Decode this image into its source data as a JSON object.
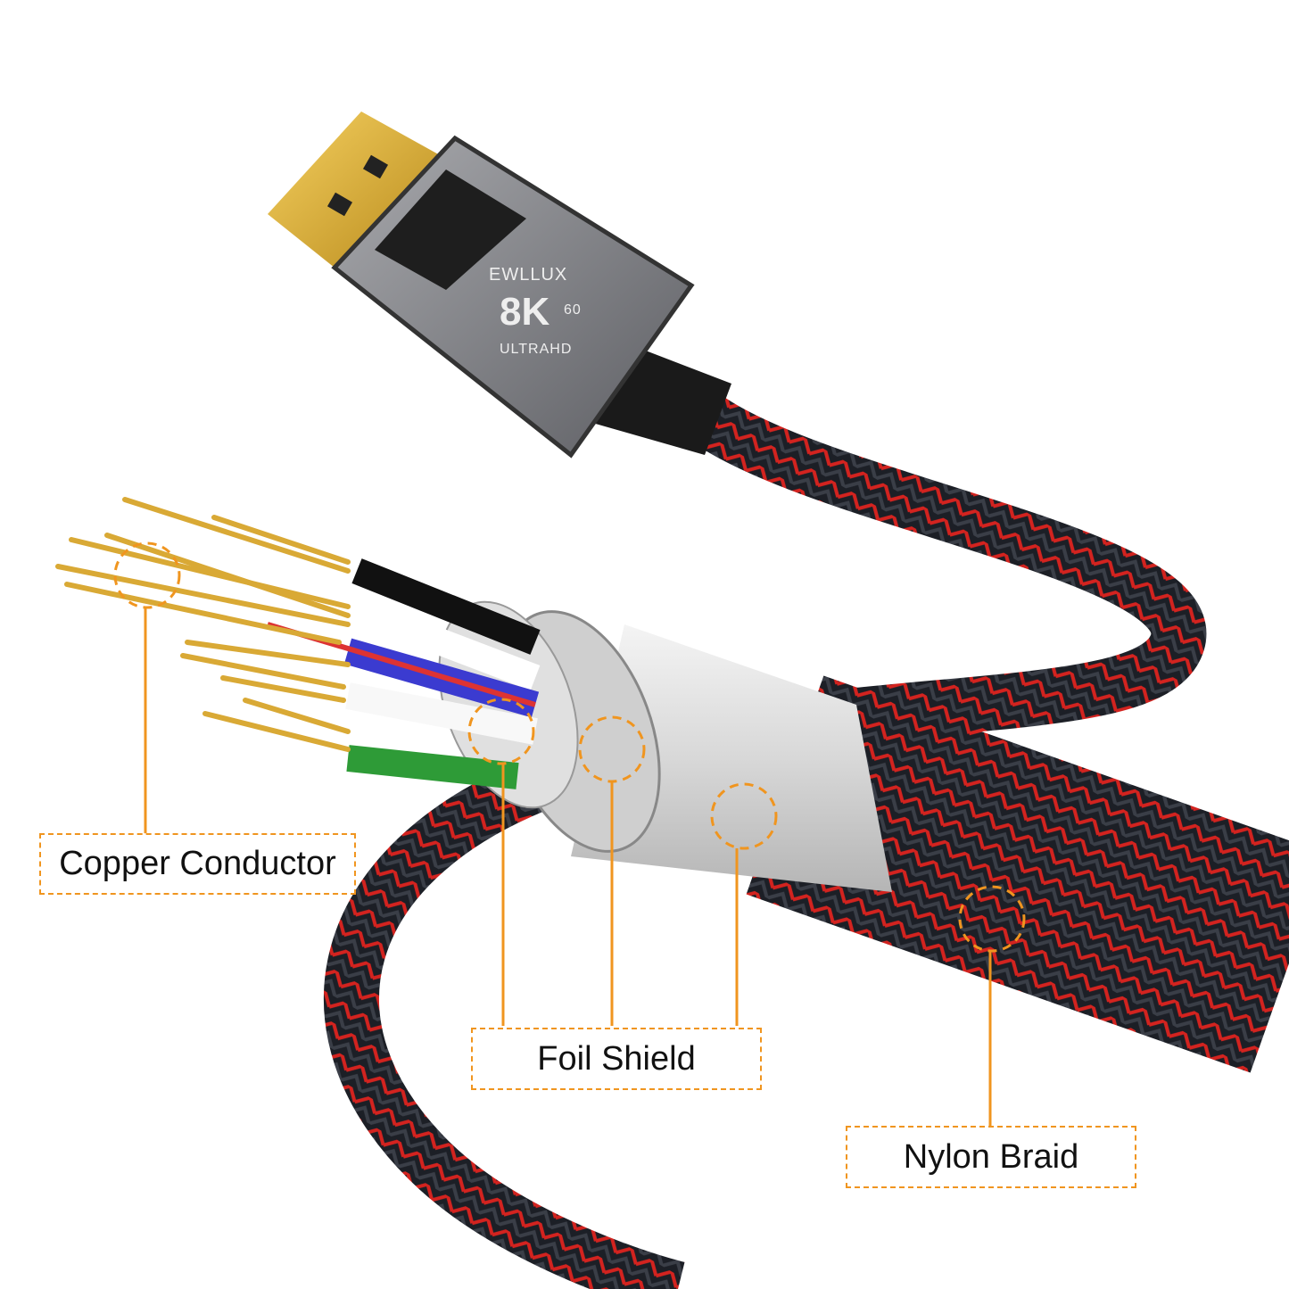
{
  "labels": {
    "copper": "Copper Conductor",
    "foil": "Foil Shield",
    "nylon": "Nylon Braid"
  },
  "connector": {
    "brand": "EWLLUX",
    "resolution": "8K",
    "refresh": "60",
    "tagline": "ULTRAHD"
  },
  "colors": {
    "accent": "#f0951f",
    "braid_red": "#d3231f",
    "braid_dark": "#1c1f26",
    "gold": "#d9a935",
    "housing": "#7c7d82"
  }
}
